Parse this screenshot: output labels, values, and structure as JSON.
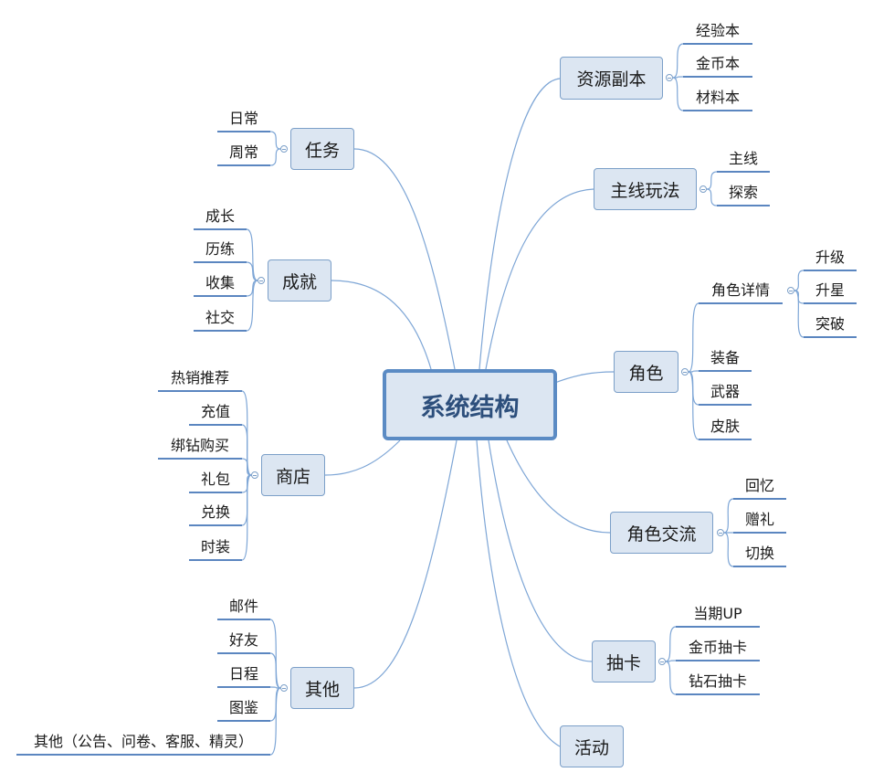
{
  "root": "系统结构",
  "branches": {
    "resources": {
      "label": "资源副本",
      "children": [
        "经验本",
        "金币本",
        "材料本"
      ]
    },
    "mainline": {
      "label": "主线玩法",
      "children": [
        "主线",
        "探索"
      ]
    },
    "role": {
      "label": "角色",
      "detail": {
        "label": "角色详情",
        "children": [
          "升级",
          "升星",
          "突破"
        ]
      },
      "children": [
        "装备",
        "武器",
        "皮肤"
      ]
    },
    "interaction": {
      "label": "角色交流",
      "children": [
        "回忆",
        "赠礼",
        "切换"
      ]
    },
    "gacha": {
      "label": "抽卡",
      "children": [
        "当期UP",
        "金币抽卡",
        "钻石抽卡"
      ]
    },
    "events": {
      "label": "活动"
    },
    "tasks": {
      "label": "任务",
      "children": [
        "日常",
        "周常"
      ]
    },
    "achievements": {
      "label": "成就",
      "children": [
        "成长",
        "历练",
        "收集",
        "社交"
      ]
    },
    "shop": {
      "label": "商店",
      "children": [
        "热销推荐",
        "充值",
        "绑钻购买",
        "礼包",
        "兑换",
        "时装"
      ]
    },
    "others": {
      "label": "其他",
      "children": [
        "邮件",
        "好友",
        "日程",
        "图鉴",
        "其他（公告、问卷、客服、精灵）"
      ]
    }
  },
  "colors": {
    "node_fill": "#dce6f2",
    "node_border": "#7b9fc8",
    "root_border": "#5b8bc4",
    "leaf_underline": "#5b86c0",
    "connector": "#7ea6d6"
  }
}
